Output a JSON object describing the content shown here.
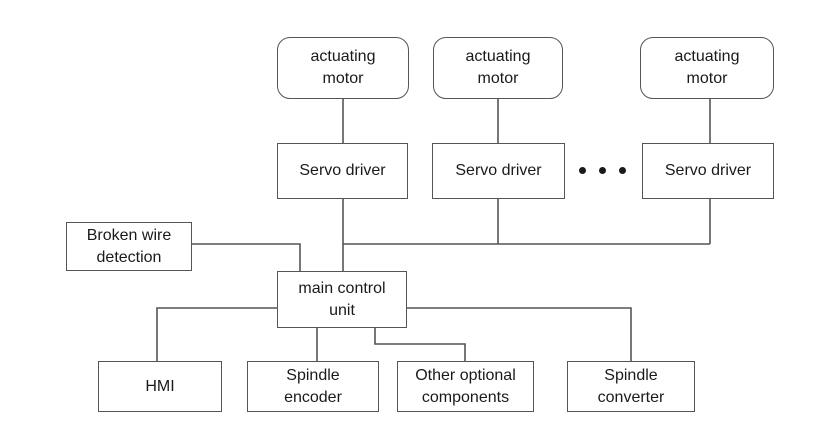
{
  "motors": [
    {
      "label_line1": "actuating",
      "label_line2": "motor"
    },
    {
      "label_line1": "actuating",
      "label_line2": "motor"
    },
    {
      "label_line1": "actuating",
      "label_line2": "motor"
    }
  ],
  "servo_drivers": [
    {
      "label": "Servo driver"
    },
    {
      "label": "Servo driver"
    },
    {
      "label": "Servo driver"
    }
  ],
  "broken_wire": {
    "line1": "Broken wire",
    "line2": "detection"
  },
  "main_control": {
    "line1": "main control",
    "line2": "unit"
  },
  "peripherals": [
    {
      "line1": "HMI",
      "line2": ""
    },
    {
      "line1": "Spindle",
      "line2": "encoder"
    },
    {
      "line1": "Other optional",
      "line2": "components"
    },
    {
      "line1": "Spindle",
      "line2": "converter"
    }
  ],
  "colors": {
    "line": "#555555",
    "text": "#1a1a1a",
    "background": "#ffffff"
  }
}
